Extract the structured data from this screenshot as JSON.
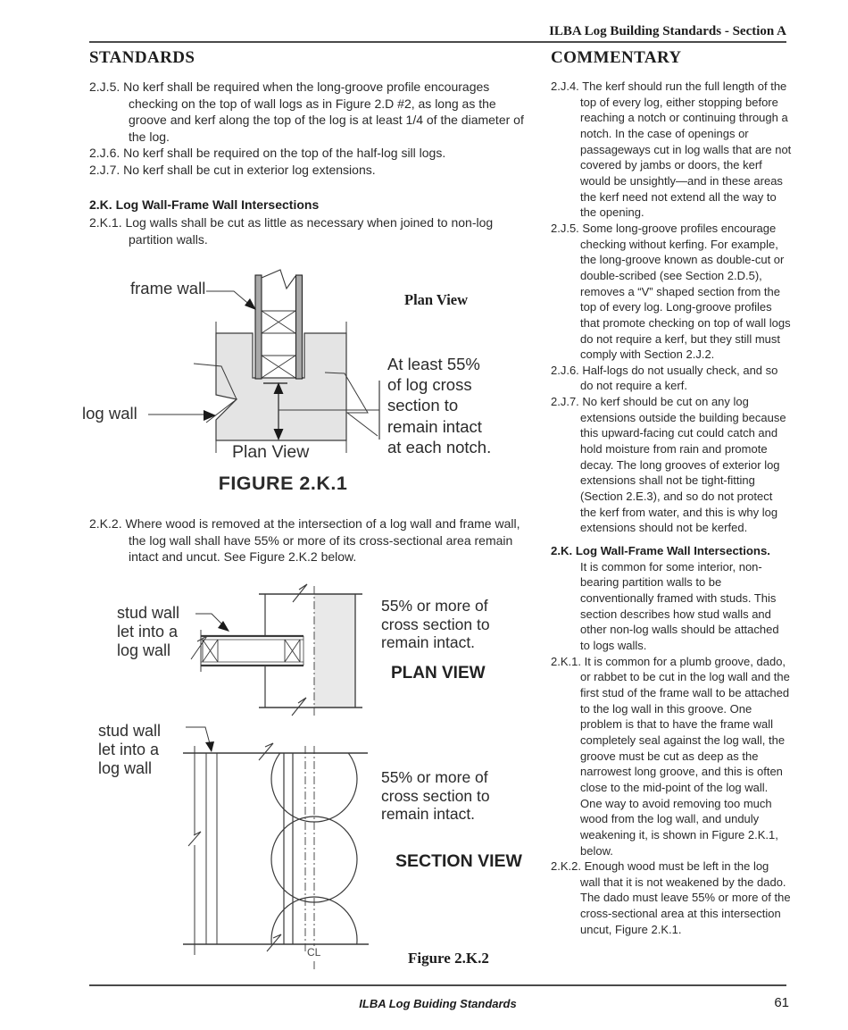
{
  "page": {
    "header": "ILBA Log Building Standards - Section A",
    "footer_text": "ILBA Log Buiding Standards",
    "page_number": "61"
  },
  "standards": {
    "heading": "STANDARDS",
    "items": [
      {
        "label": "2.J.5.",
        "text": "No kerf shall be required when the long-groove profile encourages checking on the top of wall logs as in Figure 2.D #2, as long as the groove and kerf along the top of the log is at least 1/4 of the diameter of the log."
      },
      {
        "label": "2.J.6.",
        "text": "No kerf shall be required on the top of the half-log sill logs."
      },
      {
        "label": "2.J.7.",
        "text": "No kerf shall be cut in exterior log extensions."
      }
    ],
    "section_heading": "2.K. Log Wall-Frame Wall Intersections",
    "item_2k1": {
      "label": "2.K.1.",
      "text": "Log walls shall be cut as little as necessary when joined to non-log partition walls."
    },
    "item_2k2": {
      "label": "2.K.2.",
      "text": "Where wood is removed at the intersection of a log wall and frame wall, the log wall shall have 55% or more of its cross-sectional area remain intact and uncut. See Figure 2.K.2 below."
    }
  },
  "commentary": {
    "heading": "COMMENTARY",
    "items": [
      {
        "label": "2.J.4.",
        "text": "The kerf should run the full length of the top of every log, either stopping before reaching a notch or continuing through a notch. In the case of openings or passageways cut in log walls that are not covered by jambs or doors, the kerf would be unsightly—and in these areas the kerf need not extend all the way to the opening."
      },
      {
        "label": "2.J.5.",
        "text": "Some long-groove profiles encourage checking without kerfing. For example, the long-groove known as double-cut or double-scribed (see Section 2.D.5), removes a “V” shaped section from the top of every log. Long-groove profiles that promote checking on top of wall logs do not require a kerf, but they still must comply with Section 2.J.2."
      },
      {
        "label": "2.J.6.",
        "text": "Half-logs do not usually check, and so do not require a kerf."
      },
      {
        "label": "2.J.7.",
        "text": "No kerf should be cut on any log extensions outside the building because this upward-facing cut could catch and hold moisture from rain and promote decay. The long grooves of exterior log extensions shall not be tight-fitting (Section 2.E.3), and so do not protect the kerf from water, and this is why log extensions should not be kerfed."
      }
    ],
    "section": {
      "label": "2.K.",
      "title": "Log Wall-Frame Wall Intersections.",
      "intro": "It is common for some interior, non-bearing partition walls to be conventionally framed with studs. This section describes how stud walls and other non-log walls should be attached to logs walls.",
      "items": [
        {
          "label": "2.K.1.",
          "text": "It is common for a plumb groove, dado, or rabbet to be cut in the log wall and the first stud of the frame wall to be attached to the log wall in this groove. One problem is that to have the frame wall completely seal against the log wall, the groove must be cut as deep as the narrowest long groove, and this is often close to the mid-point of the log wall. One way to avoid removing too much wood from the log wall, and unduly weakening it, is shown in Figure 2.K.1, below."
        },
        {
          "label": "2.K.2.",
          "text": "Enough wood must be left in the log wall that it is not weakened by the dado. The dado must leave 55% or more of the cross-sectional area at this intersection uncut, Figure 2.K.1."
        }
      ]
    }
  },
  "figure_2k1": {
    "caption": "FIGURE 2.K.1",
    "label_frame_wall": "frame wall",
    "label_log_wall": "log wall",
    "plan_view_top": "Plan View",
    "plan_view_bottom": "Plan View",
    "note": "At least 55%\nof log cross\nsection to\n remain intact\nat each notch."
  },
  "figure_2k2": {
    "caption": "Figure 2.K.2",
    "label_stud_wall_plan": "stud wall\nlet into a\nlog wall",
    "label_stud_wall_section": "stud wall\nlet into a\nlog wall",
    "note_plan": "55% or more of\ncross section to\nremain intact.",
    "note_section": "55% or more of\ncross section to\nremain intact.",
    "plan_view_label": "PLAN VIEW",
    "section_view_label": "SECTION VIEW",
    "centerline_label": "CL"
  }
}
